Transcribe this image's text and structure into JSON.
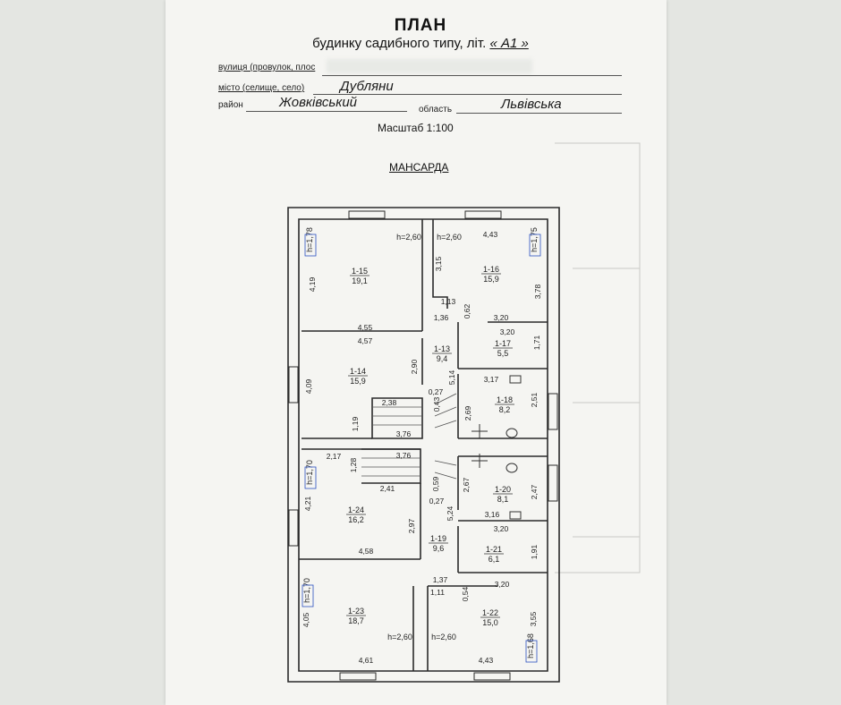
{
  "header": {
    "title": "ПЛАН",
    "subtitle_prefix": "будинку садибного типу, літ.",
    "subtitle_lit": "« А1 »"
  },
  "address": {
    "street_label": "вулиця (провулок, плос",
    "street_value": "",
    "city_label": "місто (селище, село)",
    "city_value": "Дубляни",
    "district_label": "район",
    "district_value": "Жовківський",
    "region_label": "область",
    "region_value": "Львівська"
  },
  "scale": "Масштаб  1:100",
  "floor_name": "МАНСАРДА",
  "rooms": [
    {
      "id": "1-15",
      "area": "19,1"
    },
    {
      "id": "1-16",
      "area": "15,9"
    },
    {
      "id": "1-13",
      "area": "9,4"
    },
    {
      "id": "1-17",
      "area": "5,5"
    },
    {
      "id": "1-14",
      "area": "15,9"
    },
    {
      "id": "1-18",
      "area": "8,2"
    },
    {
      "id": "1-24",
      "area": "16,2"
    },
    {
      "id": "1-20",
      "area": "8,1"
    },
    {
      "id": "1-19",
      "area": "9,6"
    },
    {
      "id": "1-21",
      "area": "6,1"
    },
    {
      "id": "1-23",
      "area": "18,7"
    },
    {
      "id": "1-22",
      "area": "15,0"
    }
  ],
  "heights": [
    "h=2,60",
    "h=2,60",
    "h=1,78",
    "h=1,75",
    "h=1,70",
    "h=1,70",
    "h=2,60",
    "h=2,60",
    "h=1,68"
  ],
  "dimensions": [
    "4,43",
    "4,19",
    "3,15",
    "3,78",
    "4,55",
    "1,13",
    "1,36",
    "0,62",
    "3,20",
    "3,20",
    "4,57",
    "1,71",
    "2,90",
    "4,09",
    "5,14",
    "3,17",
    "0,27",
    "2,51",
    "2,38",
    "0,43",
    "2,69",
    "1,19",
    "3,76",
    "2,17",
    "3,76",
    "1,28",
    "2,41",
    "0,59",
    "2,67",
    "2,47",
    "4,21",
    "0,27",
    "5,24",
    "3,16",
    "2,97",
    "3,20",
    "4,58",
    "1,91",
    "1,37",
    "3,20",
    "1,11",
    "0,54",
    "4,05",
    "3,55",
    "4,61",
    "4,43"
  ],
  "colors": {
    "paper": "#f5f5f2",
    "wall": "#2a2a2a",
    "room_id": "#b02020"
  }
}
